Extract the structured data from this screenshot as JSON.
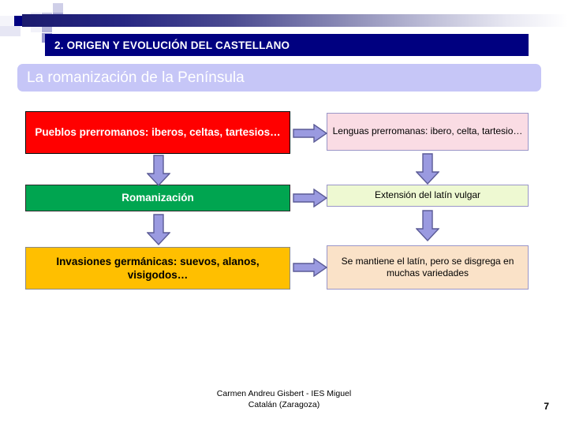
{
  "slide": {
    "title": "2. ORIGEN Y EVOLUCIÓN DEL CASTELLANO",
    "subtitle": "La romanización de la Península",
    "page_number": "7",
    "footer_line1": "Carmen Andreu Gisbert - IES Miguel",
    "footer_line2": "Catalán (Zaragoza)"
  },
  "colors": {
    "title_bar": "#000080",
    "subtitle_bar": "#c6c6f7",
    "box_red": "#ff0000",
    "box_pink": "#fadce4",
    "box_green": "#00a550",
    "box_lime": "#eef9d2",
    "box_orange": "#ffbf00",
    "box_peach": "#fae2c8",
    "arrow_fill": "#9a9ae0",
    "arrow_stroke": "#5b5b96"
  },
  "diagram": {
    "left_column": [
      {
        "id": "pueblos-prerromanos",
        "text": "Pueblos prerromanos: iberos, celtas, tartesios…"
      },
      {
        "id": "romanizacion",
        "text": "Romanización"
      },
      {
        "id": "invasiones-germanicas",
        "text": "Invasiones germánicas: suevos, alanos, visigodos…"
      }
    ],
    "right_column": [
      {
        "id": "lenguas-prerromanas",
        "text": "Lenguas prerromanas: ibero, celta, tartesio…"
      },
      {
        "id": "extension-latin-vulgar",
        "text": "Extensión del latín vulgar"
      },
      {
        "id": "se-mantiene-latin",
        "text": "Se mantiene el latín, pero se disgrega en muchas variedades"
      }
    ],
    "arrows": [
      {
        "id": "arrow-right-row1",
        "direction": "right"
      },
      {
        "id": "arrow-right-row2",
        "direction": "right"
      },
      {
        "id": "arrow-right-row3",
        "direction": "right"
      },
      {
        "id": "arrow-down-left-1",
        "direction": "down"
      },
      {
        "id": "arrow-down-left-2",
        "direction": "down"
      },
      {
        "id": "arrow-down-right-1",
        "direction": "down"
      },
      {
        "id": "arrow-down-right-2",
        "direction": "down"
      }
    ]
  }
}
